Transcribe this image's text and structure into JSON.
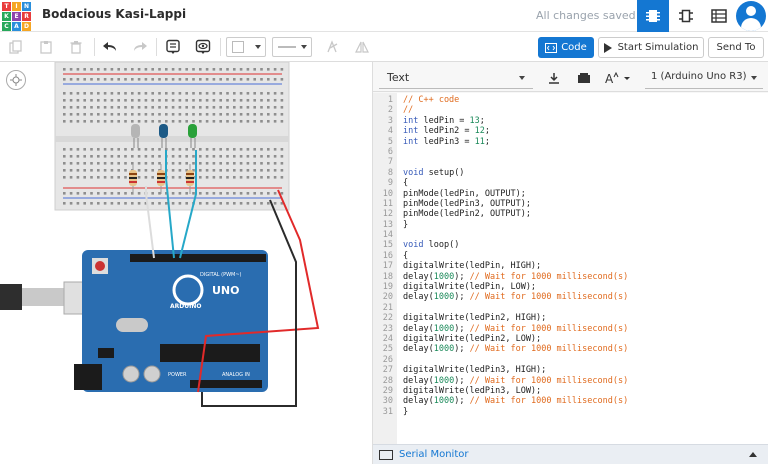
{
  "app": {
    "logo_letters": [
      "TIN",
      "KER",
      "CAD"
    ],
    "logo_colors": [
      "#e93c3c",
      "#f5a623",
      "#2a8fdc",
      "#27a85b",
      "#8e44ad",
      "#e93c3c",
      "#27a85b",
      "#2a8fdc",
      "#f5a623"
    ],
    "project_title": "Bodacious Kasi-Lappi",
    "save_status": "All changes saved",
    "accent": "#1477d2"
  },
  "toolbar": {
    "code_label": "Code",
    "start_sim_label": "Start Simulation",
    "send_to_label": "Send To"
  },
  "code_panel": {
    "mode": "Text",
    "device": "1 (Arduino Uno R3)",
    "serial_monitor": "Serial Monitor"
  },
  "code": {
    "lines": [
      {
        "n": "1",
        "t": "// C++ code"
      },
      {
        "n": "2",
        "t": "//"
      },
      {
        "n": "3",
        "t": "int ledPin = 13;"
      },
      {
        "n": "4",
        "t": "int ledPin2 = 12;"
      },
      {
        "n": "5",
        "t": "int ledPin3 = 11;"
      },
      {
        "n": "6",
        "t": ""
      },
      {
        "n": "7",
        "t": ""
      },
      {
        "n": "8",
        "t": "void setup()"
      },
      {
        "n": "9",
        "t": "{"
      },
      {
        "n": "10",
        "t": "pinMode(ledPin, OUTPUT);"
      },
      {
        "n": "11",
        "t": "pinMode(ledPin3, OUTPUT);"
      },
      {
        "n": "12",
        "t": "pinMode(ledPin2, OUTPUT);"
      },
      {
        "n": "13",
        "t": "}"
      },
      {
        "n": "14",
        "t": ""
      },
      {
        "n": "15",
        "t": "void loop()"
      },
      {
        "n": "16",
        "t": "{"
      },
      {
        "n": "17",
        "t": "digitalWrite(ledPin, HIGH);"
      },
      {
        "n": "18",
        "t": "delay(1000); // Wait for 1000 millisecond(s)"
      },
      {
        "n": "19",
        "t": "digitalWrite(ledPin, LOW);"
      },
      {
        "n": "20",
        "t": "delay(1000); // Wait for 1000 millisecond(s)"
      },
      {
        "n": "21",
        "t": ""
      },
      {
        "n": "22",
        "t": "digitalWrite(ledPin2, HIGH);"
      },
      {
        "n": "23",
        "t": "delay(1000); // Wait for 1000 millisecond(s)"
      },
      {
        "n": "24",
        "t": "digitalWrite(ledPin2, LOW);"
      },
      {
        "n": "25",
        "t": "delay(1000); // Wait for 1000 millisecond(s)"
      },
      {
        "n": "26",
        "t": ""
      },
      {
        "n": "27",
        "t": "digitalWrite(ledPin3, HIGH);"
      },
      {
        "n": "28",
        "t": "delay(1000); // Wait for 1000 millisecond(s)"
      },
      {
        "n": "29",
        "t": "digitalWrite(ledPin3, LOW);"
      },
      {
        "n": "30",
        "t": "delay(1000); // Wait for 1000 millisecond(s)"
      },
      {
        "n": "31",
        "t": "}"
      }
    ]
  },
  "circuit": {
    "board_labels": {
      "digital": "DIGITAL (PWM~)",
      "uno": "UNO",
      "brand": "ARDUINO",
      "power": "POWER",
      "analog": "ANALOG IN"
    },
    "led_colors": [
      "#b5b5b5",
      "#1d5a86",
      "#2aa13a"
    ],
    "wire_colors": {
      "gray": "#dcdcdc",
      "cyan": "#26a8c8",
      "red": "#e12a2a",
      "black": "#2b2b2b"
    }
  }
}
